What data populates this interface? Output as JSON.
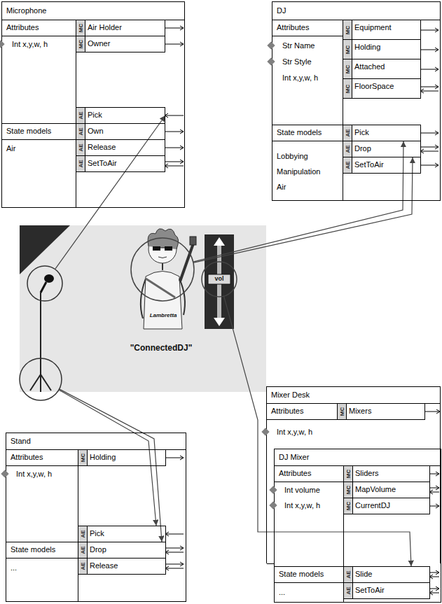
{
  "diagram": {
    "nodes": [
      {
        "text": [
          "Microphone",
          "Attributes",
          "Int x,y,w, h",
          "State models",
          "Air"
        ]
      },
      {
        "text": [
          "MC",
          "Air Holder"
        ],
        "in": 0
      },
      {
        "text": [
          "MC",
          "Owner"
        ],
        "in": 0
      },
      {
        "text": [
          "AE",
          "Pick"
        ],
        "in": 0
      },
      {
        "text": [
          "AE",
          "Own"
        ],
        "in": 0
      },
      {
        "text": [
          "AE",
          "Release"
        ],
        "in": 0
      },
      {
        "text": [
          "AE",
          "SetToAir"
        ],
        "in": 0
      },
      {
        "text": [
          "DJ",
          "Attributes",
          "Str Name",
          "Str Style",
          "Int x,y,w, h",
          "State models",
          "Lobbying",
          "Manipulation",
          "Air"
        ]
      },
      {
        "text": [
          "MC",
          "Equipment"
        ],
        "in": 7
      },
      {
        "text": [
          "MC",
          "Holding"
        ],
        "in": 7
      },
      {
        "text": [
          "MC",
          "Attached"
        ],
        "in": 7
      },
      {
        "text": [
          "MC",
          "FloorSpace"
        ],
        "in": 7
      },
      {
        "text": [
          "AE",
          "Pick"
        ],
        "in": 7
      },
      {
        "text": [
          "AE",
          "Drop"
        ],
        "in": 7
      },
      {
        "text": [
          "AE",
          "SetToAir"
        ],
        "in": 7
      },
      {
        "text": [
          "Lambretta",
          "vol",
          "\"ConnectedDJ\""
        ]
      },
      {
        "text": [
          "Stand",
          "Attributes",
          "Int x,y,w, h",
          "State models",
          "..."
        ]
      },
      {
        "text": [
          "MC",
          "Holding"
        ],
        "in": 16
      },
      {
        "text": [
          "AE",
          "Pick"
        ],
        "in": 16
      },
      {
        "text": [
          "AE",
          "Drop"
        ],
        "in": 16
      },
      {
        "text": [
          "AE",
          "Release"
        ],
        "in": 16
      },
      {
        "text": [
          "Mixer Desk",
          "Attributes",
          "Int x,y,w, h"
        ]
      },
      {
        "text": [
          "MC",
          "Mixers"
        ],
        "in": 21
      },
      {
        "text": [
          "DJ Mixer",
          "Attributes",
          "Int volume",
          "Int x,y,w, h",
          "State models",
          "..."
        ],
        "in": 21
      },
      {
        "text": [
          "MC",
          "Sliders"
        ],
        "in": 23
      },
      {
        "text": [
          "MC",
          "MapVolume"
        ],
        "in": 23
      },
      {
        "text": [
          "MC",
          "CurrentDJ"
        ],
        "in": 23
      },
      {
        "text": [
          "AE",
          "Slide"
        ],
        "in": 23
      },
      {
        "text": [
          "AE",
          "SetToAir"
        ],
        "in": 23
      }
    ],
    "edges": [
      {
        "from": 15,
        "to": 3,
        "arrow": "to"
      },
      {
        "from": 15,
        "to": 12,
        "arrow": "to"
      },
      {
        "from": 15,
        "to": 13,
        "arrow": "to"
      },
      {
        "from": 15,
        "to": 18,
        "arrow": "to"
      },
      {
        "from": 15,
        "to": 19,
        "arrow": "to"
      },
      {
        "from": 15,
        "to": 27,
        "arrow": "to"
      }
    ]
  }
}
